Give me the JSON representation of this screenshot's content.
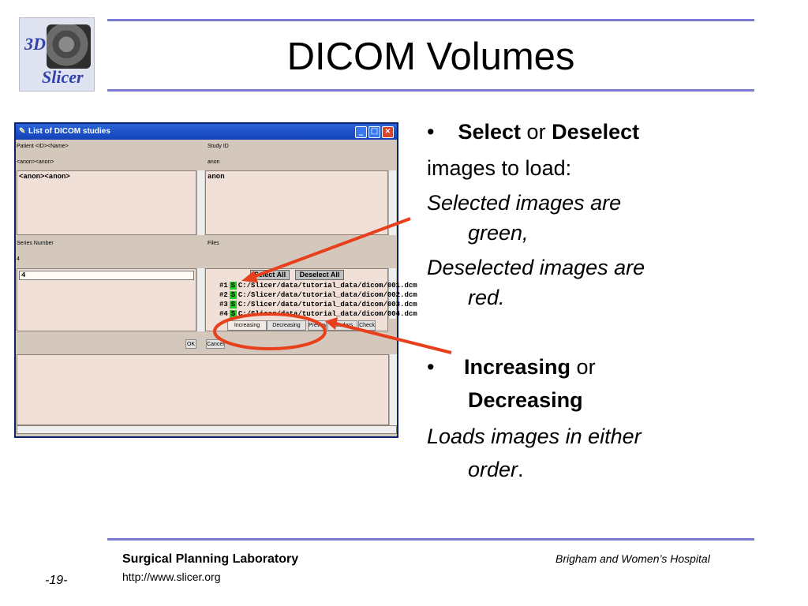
{
  "slide": {
    "title": "DICOM Volumes",
    "logo": {
      "top": "3D",
      "bottom": "Slicer"
    },
    "page_number": "-19-",
    "footer": {
      "org": "Surgical Planning Laboratory",
      "url": "http://www.slicer.org",
      "hospital": "Brigham and Women’s Hospital"
    }
  },
  "window": {
    "title": "List of DICOM studies",
    "controls": {
      "minimize": "_",
      "maximize": "□",
      "close": "×"
    },
    "patient_header": "Patient <ID><Name>",
    "patient_sub": "<anon><anon>",
    "patient_items": [
      "<anon><anon>"
    ],
    "study_header": "Study ID",
    "study_sub": "anon",
    "study_items": [
      "anon"
    ],
    "series_header": "Series Number",
    "series_sub": "4",
    "series_items": [
      "4"
    ],
    "files_header": "Files",
    "select_all": "Select All",
    "deselect_all": "Deselect All",
    "files": [
      {
        "num": "#1",
        "flag": "S",
        "path": "C:/Slicer/data/tutorial_data/dicom/001.dcm"
      },
      {
        "num": "#2",
        "flag": "S",
        "path": "C:/Slicer/data/tutorial_data/dicom/002.dcm"
      },
      {
        "num": "#3",
        "flag": "S",
        "path": "C:/Slicer/data/tutorial_data/dicom/003.dcm"
      },
      {
        "num": "#4",
        "flag": "S",
        "path": "C:/Slicer/data/tutorial_data/dicom/004.dcm"
      }
    ],
    "order_buttons": [
      "Increasing",
      "Decreasing",
      "Preview",
      "Headers",
      "Check"
    ],
    "ok": "OK",
    "cancel": "Cancel"
  },
  "bullets": {
    "b1_strong1": "Select",
    "b1_or": "or",
    "b1_strong2": "Deselect",
    "b1_line2": "images to load:",
    "b1_italic1a": "Selected images are",
    "b1_italic1b": "green,",
    "b1_italic2a": "Deselected images are",
    "b1_italic2b": "red.",
    "b2_strong1": "Increasing",
    "b2_or": "or",
    "b2_strong2": "Decreasing",
    "b2_italic_a": "Loads images in either",
    "b2_italic_b": "order",
    "b2_period": "."
  },
  "colors": {
    "accent_rule": "#7b7bd6",
    "annotation": "#e8401c",
    "selected_flag": "#22cc22"
  }
}
